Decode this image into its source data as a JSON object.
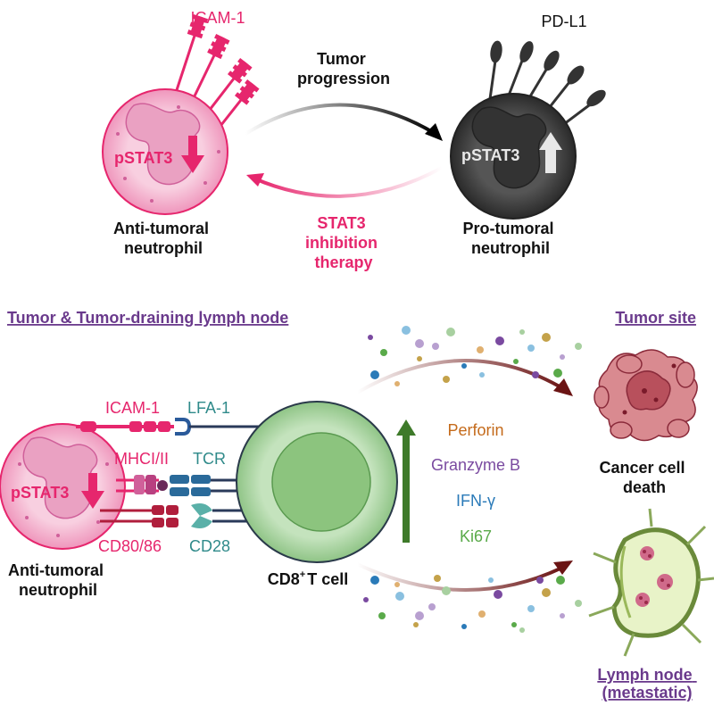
{
  "top": {
    "receptor_left": "ICAM-1",
    "receptor_right": "PD-L1",
    "marker_left": "pSTAT3",
    "marker_right": "pSTAT3",
    "cell_left": [
      "Anti-tumoral",
      "neutrophil"
    ],
    "cell_right": [
      "Pro-tumoral",
      "neutrophil"
    ],
    "arrow_forward": [
      "Tumor",
      "progression"
    ],
    "arrow_back": [
      "STAT3",
      "inhibition",
      "therapy"
    ]
  },
  "bottom": {
    "section_left": "Tumor & Tumor-draining lymph node",
    "section_tumor": "Tumor site",
    "section_ln": [
      "Lymph node",
      "(metastatic)"
    ],
    "ligands": [
      "ICAM-1",
      "MHCI/II",
      "CD80/86"
    ],
    "receptors": [
      "LFA-1",
      "TCR",
      "CD28"
    ],
    "marker": "pSTAT3",
    "neutrophil": [
      "Anti-tumoral",
      "neutrophil"
    ],
    "tcell_main": "CD8",
    "tcell_sup": "+",
    "tcell_rest": "T cell",
    "effectors": [
      "Perforin",
      "Granzyme B",
      "IFN-γ",
      "Ki67"
    ],
    "outcome": [
      "Cancer cell",
      "death"
    ]
  },
  "colors": {
    "pink": "#e6266d",
    "pink_light": "#f7c6dc",
    "dark_cell": "#4a4a4a",
    "purple_heading": "#6a3a8c",
    "teal": "#2f8a8a",
    "tcell_green": "#b9ddb3",
    "arrow_green": "#3e7a2a",
    "perforin": "#c46a1a",
    "granzyme": "#7a4aa0",
    "ifn": "#2a7ab8",
    "ki67": "#5aaa4a"
  }
}
